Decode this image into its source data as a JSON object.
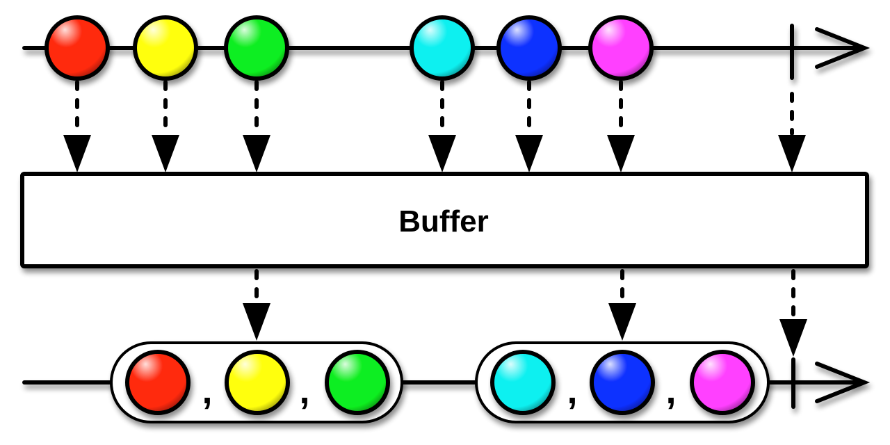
{
  "diagram": {
    "type": "marble-diagram",
    "operator": {
      "label": "Buffer"
    },
    "source_stream": {
      "items": [
        {
          "name": "red",
          "color": "#ff2a10"
        },
        {
          "name": "yellow",
          "color": "#ffff10"
        },
        {
          "name": "green",
          "color": "#10ee20"
        },
        {
          "name": "cyan",
          "color": "#10f0f0"
        },
        {
          "name": "blue",
          "color": "#1030ff"
        },
        {
          "name": "magenta",
          "color": "#ff40ff"
        }
      ],
      "completes": true
    },
    "output_stream": {
      "groups": [
        {
          "items": [
            "red",
            "yellow",
            "green"
          ],
          "separators": [
            ",",
            ","
          ]
        },
        {
          "items": [
            "cyan",
            "blue",
            "magenta"
          ],
          "separators": [
            ",",
            ","
          ]
        }
      ],
      "completes": true
    },
    "colors": {
      "red": "#ff2a10",
      "yellow": "#ffff10",
      "green": "#10ee20",
      "cyan": "#10f0f0",
      "blue": "#1030ff",
      "magenta": "#ff40ff",
      "stroke": "#000000",
      "background": "#ffffff"
    }
  }
}
